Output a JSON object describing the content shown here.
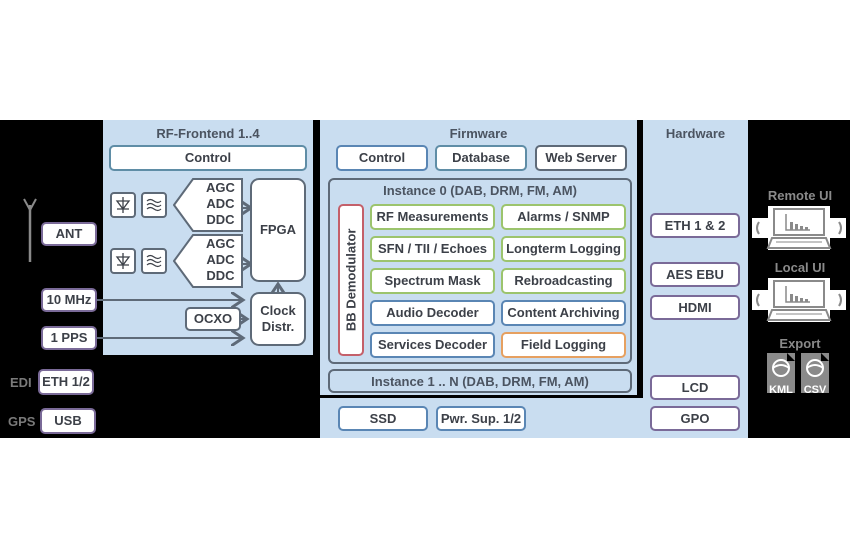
{
  "panels": {
    "rf_frontend": {
      "title": "RF-Frontend 1..4",
      "control": "Control",
      "chains": [
        {
          "lines": [
            "AGC",
            "ADC",
            "DDC"
          ]
        },
        {
          "lines": [
            "AGC",
            "ADC",
            "DDC"
          ]
        }
      ],
      "fpga": "FPGA",
      "ocxo": "OCXO",
      "clock": "Clock Distr."
    },
    "firmware": {
      "title": "Firmware",
      "top": [
        "Control",
        "Database",
        "Web Server"
      ],
      "instance0_title": "Instance 0 (DAB, DRM, FM, AM)",
      "bb_demod": "BB Demodulator",
      "modules": [
        {
          "label": "RF Measurements",
          "color": "green"
        },
        {
          "label": "Alarms / SNMP",
          "color": "green"
        },
        {
          "label": "SFN / TII / Echoes",
          "color": "green"
        },
        {
          "label": "Longterm Logging",
          "color": "green"
        },
        {
          "label": "Spectrum Mask",
          "color": "green"
        },
        {
          "label": "Rebroadcasting",
          "color": "green"
        },
        {
          "label": "Audio Decoder",
          "color": "blue"
        },
        {
          "label": "Content Archiving",
          "color": "blue"
        },
        {
          "label": "Services Decoder",
          "color": "blue"
        },
        {
          "label": "Field Logging",
          "color": "orange"
        }
      ],
      "instanceN": "Instance 1 .. N (DAB, DRM, FM, AM)",
      "bottom": [
        "SSD",
        "Pwr. Sup. 1/2"
      ]
    },
    "hardware": {
      "title": "Hardware",
      "items": [
        "ETH 1 & 2",
        "AES EBU",
        "HDMI",
        "LCD",
        "GPO"
      ]
    }
  },
  "inputs": {
    "ant": "ANT",
    "mhz": "10 MHz",
    "pps": "1 PPS",
    "edi_label": "EDI",
    "edi_box": "ETH 1/2",
    "gps_label": "GPS",
    "gps_box": "USB"
  },
  "outputs": {
    "remote_ui": "Remote UI",
    "local_ui": "Local UI",
    "export": "Export",
    "kml": "KML",
    "csv": "CSV"
  },
  "colors": {
    "panel": "#c9ddf0",
    "green": "#9cc46d",
    "blue": "#5a86b4",
    "orange": "#e6a060",
    "red": "#c4606a"
  }
}
